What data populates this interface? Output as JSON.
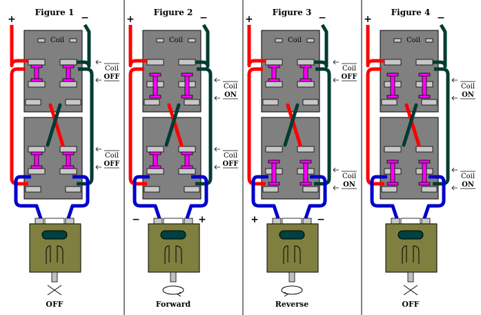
{
  "coil_label": "Coil",
  "colors": {
    "relay_body": "#808080",
    "contact": "#c8c8c8",
    "pink": "#ff00ff",
    "red": "#ff0000",
    "green": "#003c32",
    "blue": "#0000cc",
    "motor": "#7f7f3f",
    "motor_dark": "#004040"
  },
  "figures": [
    {
      "title": "Figure 1",
      "pol_top_left": "+",
      "pol_top_right": "−",
      "pol_motor_left": "",
      "pol_motor_right": "",
      "relay1_state": [
        "Coil",
        "OFF"
      ],
      "relay1_on": false,
      "relay2_state": [
        "Coil",
        "OFF"
      ],
      "relay2_on": false,
      "motion": "off",
      "caption": "OFF"
    },
    {
      "title": "Figure 2",
      "pol_top_left": "+",
      "pol_top_right": "−",
      "pol_motor_left": "−",
      "pol_motor_right": "+",
      "relay1_state": [
        "Coil",
        "ON"
      ],
      "relay1_on": true,
      "relay2_state": [
        "Coil",
        "OFF"
      ],
      "relay2_on": false,
      "motion": "forward",
      "caption": "Forward"
    },
    {
      "title": "Figure 3",
      "pol_top_left": "+",
      "pol_top_right": "−",
      "pol_motor_left": "+",
      "pol_motor_right": "−",
      "relay1_state": [
        "Coil",
        "OFF"
      ],
      "relay1_on": false,
      "relay2_state": [
        "Coil",
        "ON"
      ],
      "relay2_on": true,
      "motion": "reverse",
      "caption": "Reverse"
    },
    {
      "title": "Figure 4",
      "pol_top_left": "+",
      "pol_top_right": "−",
      "pol_motor_left": "",
      "pol_motor_right": "",
      "relay1_state": [
        "Coil",
        "ON"
      ],
      "relay1_on": true,
      "relay2_state": [
        "Coil",
        "ON"
      ],
      "relay2_on": true,
      "motion": "off",
      "caption": "OFF"
    }
  ]
}
